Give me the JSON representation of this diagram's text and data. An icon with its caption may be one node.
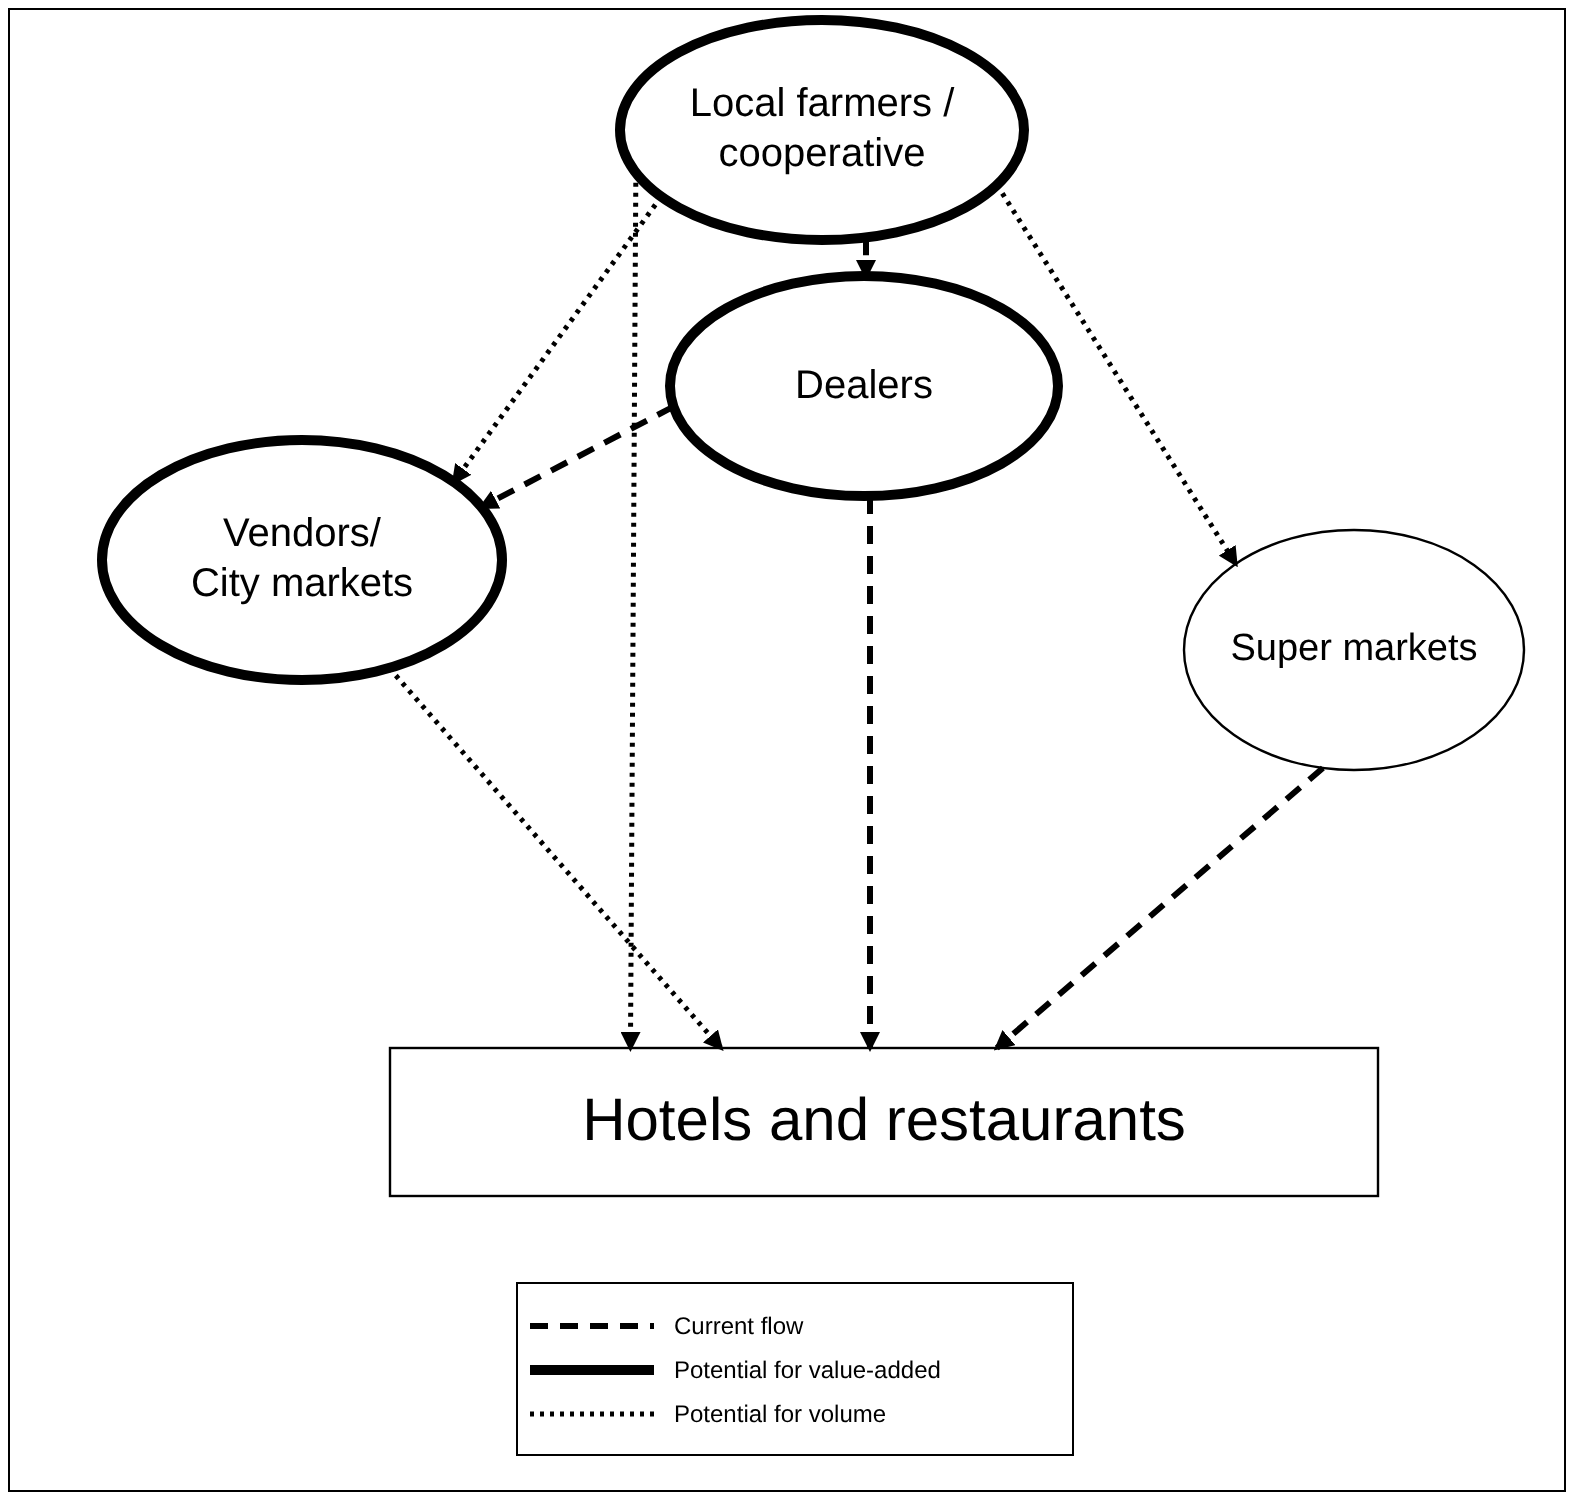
{
  "diagram": {
    "nodes": [
      {
        "text": [
          "Local farmers / cooperative"
        ]
      },
      {
        "text": [
          "Dealers"
        ]
      },
      {
        "text": [
          "Vendors/ City markets"
        ]
      },
      {
        "text": [
          "Super markets"
        ]
      },
      {
        "text": [
          "Hotels and restaurants"
        ]
      }
    ],
    "edges": [
      {
        "from": 0,
        "to": 2,
        "arrow": "to"
      },
      {
        "from": 0,
        "to": 4,
        "arrow": "to"
      },
      {
        "from": 0,
        "to": 1,
        "arrow": "to",
        "style": "dashed"
      },
      {
        "from": 0,
        "to": 3,
        "arrow": "to"
      },
      {
        "from": 1,
        "to": 2,
        "arrow": "to",
        "style": "dashed"
      },
      {
        "from": 1,
        "to": 4,
        "arrow": "to",
        "style": "dashed"
      },
      {
        "from": 2,
        "to": 4,
        "arrow": "to"
      },
      {
        "from": 3,
        "to": 4,
        "arrow": "to",
        "style": "dashed"
      }
    ],
    "legend": [
      {
        "text": "Current flow"
      },
      {
        "text": "Potential for value-added"
      },
      {
        "text": "Potential for volume"
      }
    ]
  }
}
